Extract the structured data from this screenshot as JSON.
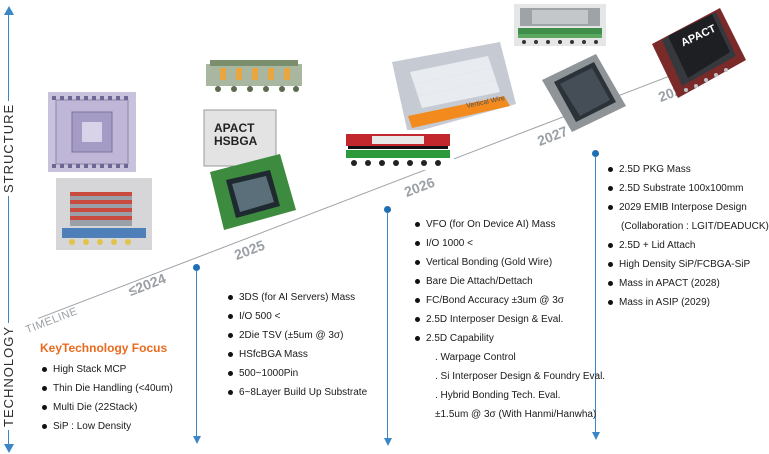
{
  "axis": {
    "structure_label": "STRUCTURE",
    "technology_label": "TECHNOLOGY"
  },
  "timeline": {
    "label": "TIMELINE",
    "years": [
      "≤2024",
      "2025",
      "2026",
      "2027",
      "2028"
    ]
  },
  "package_label": {
    "line1": "APACT",
    "line2": "HSBGA"
  },
  "apact_label": "APACT",
  "wire_label": "Vertical Wire",
  "focus": {
    "title": "KeyTechnology Focus",
    "items": [
      "High Stack MCP",
      "Thin Die Handling (<40um)",
      "Multi Die (22Stack)",
      "SiP : Low Density"
    ]
  },
  "col2025": {
    "items": [
      "3DS (for AI Servers) Mass",
      "I/O 500 <",
      "2Die TSV  (±5um @ 3σ)",
      "HSfcBGA Mass",
      "500~1000Pin",
      "6~8Layer Build Up Substrate"
    ]
  },
  "col2026": {
    "items": [
      "VFO (for On Device AI) Mass",
      "I/O 1000 <",
      "Vertical Bonding (Gold Wire)",
      "Bare Die Attach/Dettach",
      "FC/Bond Accuracy  ±3um @ 3σ",
      "2.5D Interposer Design & Eval.",
      "2.5D Capability"
    ],
    "sub": [
      ". Warpage Control",
      ". Si Interposer Design & Foundry Eval.",
      ". Hybrid Bonding Tech. Eval.",
      "±1.5um @ 3σ (With Hanmi/Hanwha)"
    ]
  },
  "col2027": {
    "items": [
      "2.5D PKG Mass",
      "2.5D Substrate 100x100mm",
      "2029 EMIB Interpose Design",
      "2.5D + Lid Attach",
      "High Density SiP/FCBGA-SiP",
      "Mass in APACT (2028)",
      "Mass in ASIP (2029)"
    ],
    "sub": [
      "(Collaboration : LGIT/DEADUCK)"
    ]
  },
  "colors": {
    "accent": "#3b86c6",
    "focus_title": "#e96b1f",
    "timeline": "#9aa0a6",
    "dot": "#1f6fb5"
  }
}
